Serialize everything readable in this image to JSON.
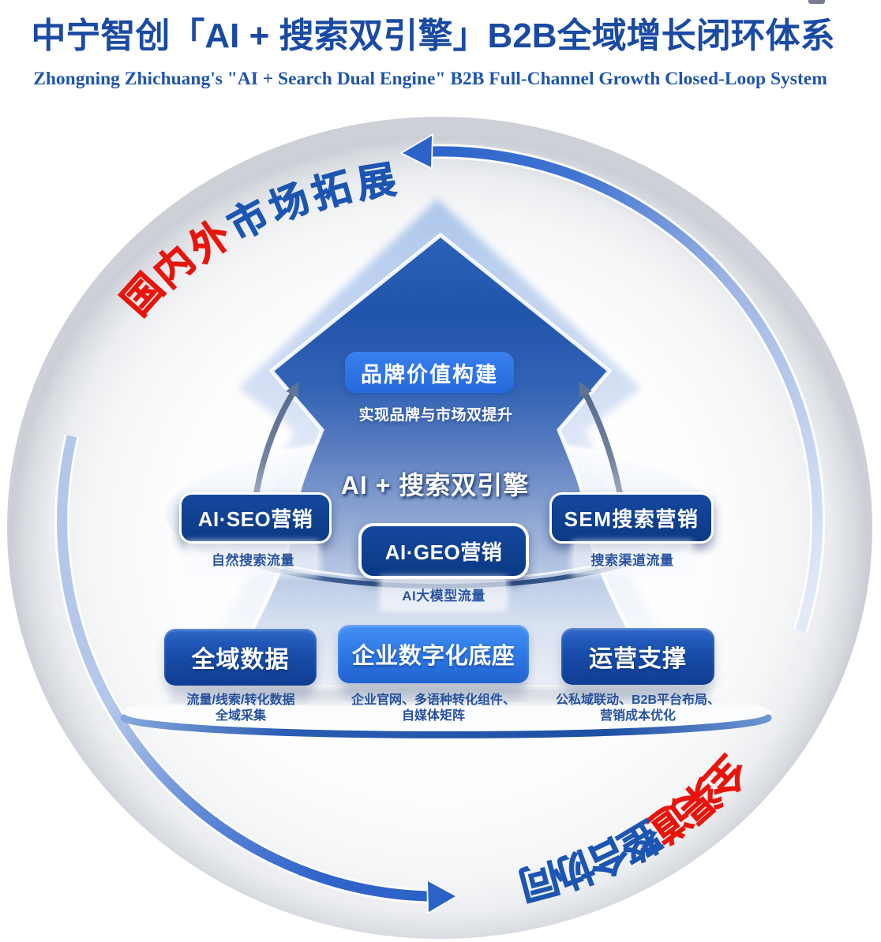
{
  "header": {
    "title": "中宁智创「AI + 搜索双引擎」B2B全域增长闭环体系",
    "subtitle": "Zhongning Zhichuang's \"AI + Search Dual Engine\" B2B Full-Channel Growth Closed-Loop System"
  },
  "colors": {
    "title_blue": "#1a4aa3",
    "accent_red": "#e8150c",
    "arc_text_blue": "#1d55b2",
    "navy_box": "#0e3f8e",
    "bright_blue": "#2b73e3",
    "caption_navy": "#2b56a3"
  },
  "cycle": {
    "top_arc_label": {
      "segments": [
        {
          "text": "国内外",
          "color": "#e8150c"
        },
        {
          "text": "市场拓展",
          "color": "#1d55b2"
        }
      ]
    },
    "bottom_arc_label": {
      "segments": [
        {
          "text": "全渠道",
          "color": "#e8150c"
        },
        {
          "text": "整合协同",
          "color": "#1d55b2"
        }
      ]
    }
  },
  "pyramid": {
    "top": {
      "box": "品牌价值构建",
      "caption": "实现品牌与市场双提升"
    },
    "middle": {
      "heading": "AI + 搜索双引擎",
      "items": [
        {
          "box": "AI·SEO营销",
          "caption": "自然搜索流量"
        },
        {
          "box": "AI·GEO营销",
          "caption": "AI大模型流量"
        },
        {
          "box": "SEM搜索营销",
          "caption": "搜索渠道流量"
        }
      ]
    },
    "base": {
      "items": [
        {
          "box": "全域数据",
          "caption_lines": [
            "流量/线索/转化数据",
            "全域采集"
          ]
        },
        {
          "box": "企业数字化底座",
          "caption_lines": [
            "企业官网、多语种转化组件、",
            "自媒体矩阵"
          ]
        },
        {
          "box": "运营支撑",
          "caption_lines": [
            "公私域联动、B2B平台布局、",
            "营销成本优化"
          ]
        }
      ]
    }
  }
}
